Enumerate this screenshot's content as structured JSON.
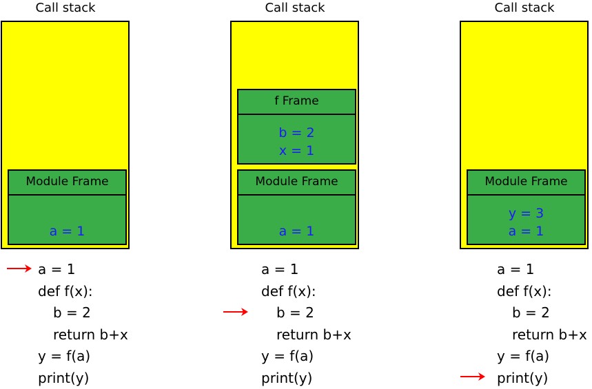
{
  "panels": [
    {
      "title": "Call stack",
      "frames": [
        {
          "name": "Module Frame",
          "vars": [
            "a = 1"
          ]
        }
      ],
      "code": [
        "a = 1",
        "def f(x):",
        "b = 2",
        "return b+x",
        "y = f(a)",
        "print(y)"
      ],
      "current_line": 0
    },
    {
      "title": "Call stack",
      "frames": [
        {
          "name": "f  Frame",
          "vars": [
            "b = 2",
            "x = 1"
          ]
        },
        {
          "name": "Module Frame",
          "vars": [
            "a = 1"
          ]
        }
      ],
      "code": [
        "a = 1",
        "def f(x):",
        "b = 2",
        "return b+x",
        "y = f(a)",
        "print(y)"
      ],
      "current_line": 2
    },
    {
      "title": "Call stack",
      "frames": [
        {
          "name": "Module Frame",
          "vars": [
            "y = 3",
            "a = 1"
          ]
        }
      ],
      "code": [
        "a = 1",
        "def f(x):",
        "b = 2",
        "return b+x",
        "y = f(a)",
        "print(y)"
      ],
      "current_line": 5
    }
  ],
  "colors": {
    "stack": "#ffff00",
    "frame": "#3aac48",
    "variable": "#1a1aff",
    "arrow": "#ff0000"
  },
  "icons": {
    "current_line": "red-arrow-icon"
  }
}
